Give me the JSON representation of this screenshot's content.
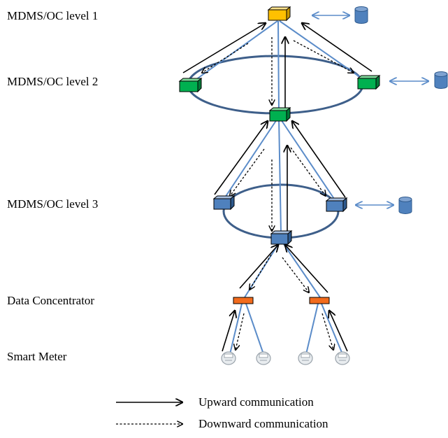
{
  "levels": {
    "level1": "MDMS/OC level 1",
    "level2": "MDMS/OC level 2",
    "level3": "MDMS/OC level 3",
    "concentrator": "Data Concentrator",
    "meter": "Smart Meter"
  },
  "legend": {
    "upward": "Upward communication",
    "downward": "Downward communication"
  },
  "colors": {
    "level1_node": "#FFC000",
    "level2_node": "#00B050",
    "level3_node": "#4F81BD",
    "concentrator_node": "#F26B1D",
    "link_line": "#5B8CC9",
    "ring": "#3E5F8A",
    "database": "#4F81BD",
    "arrow": "#000000"
  },
  "icons": {
    "node": "server-cube-icon",
    "database": "database-cylinder-icon",
    "meter": "smart-meter-icon"
  }
}
